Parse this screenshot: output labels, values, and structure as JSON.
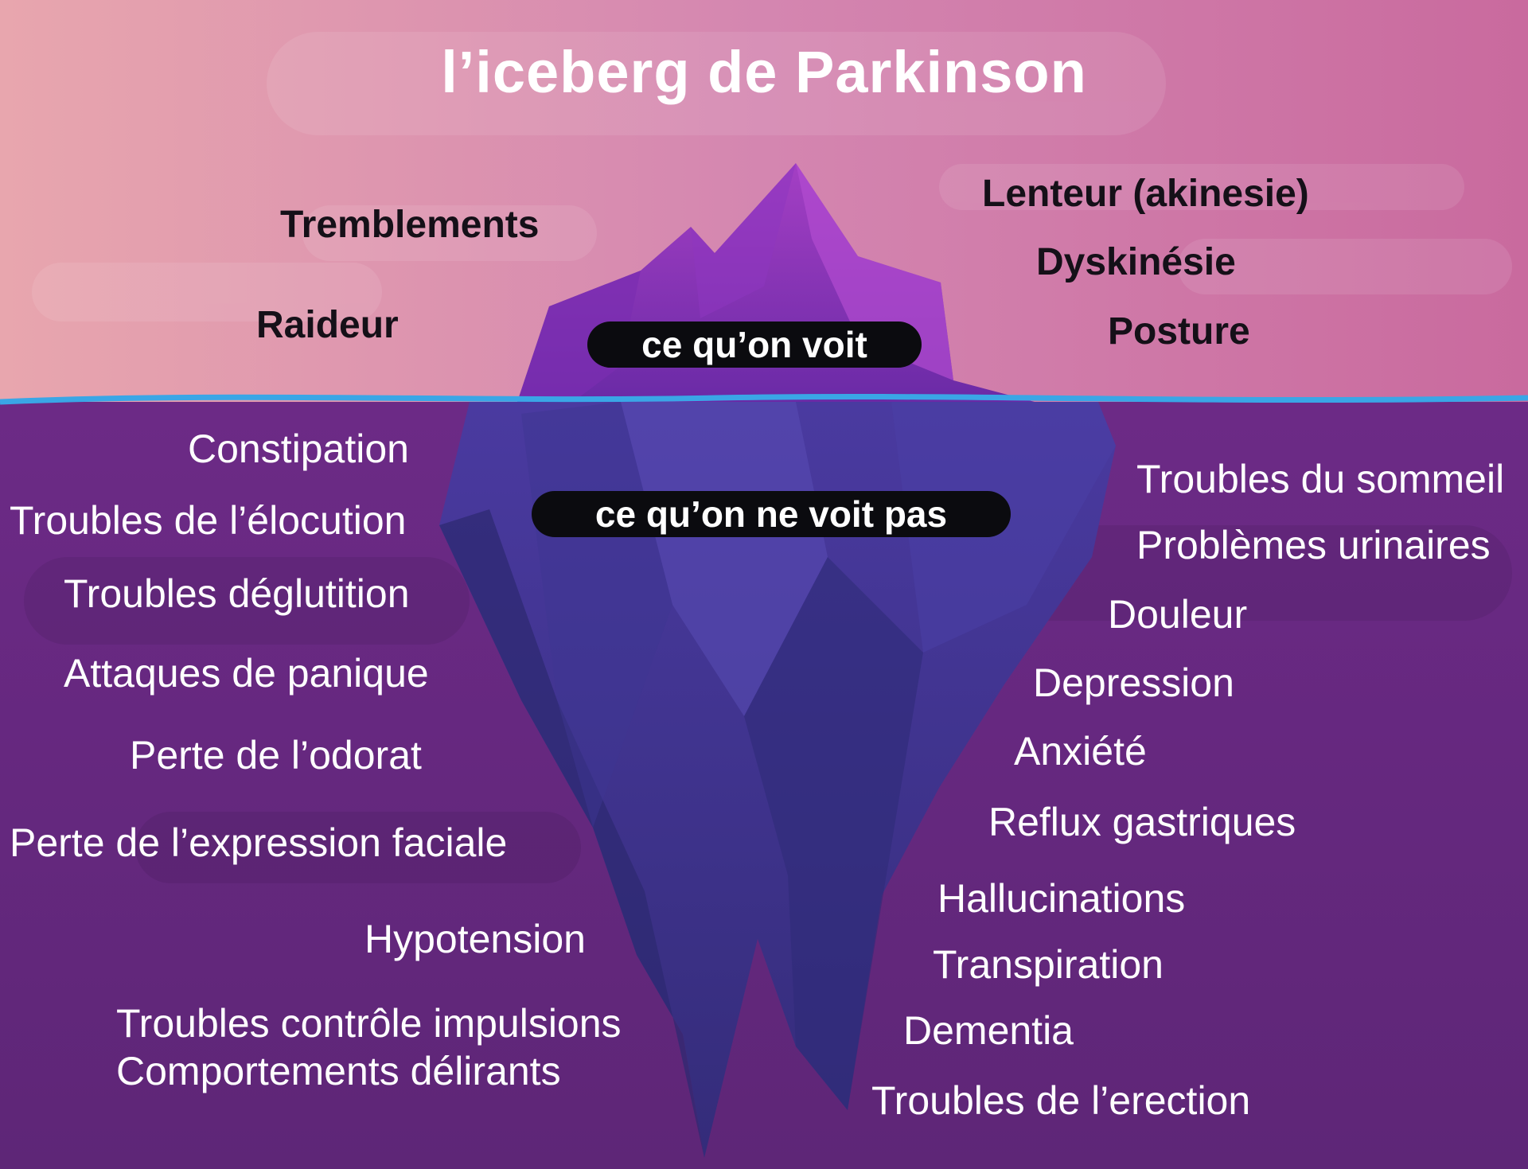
{
  "title": "l’iceberg de Parkinson",
  "labels": {
    "visible": "ce qu’on voit",
    "hidden": "ce qu’on ne voit pas"
  },
  "visible_symptoms": {
    "left": [
      "Tremblements",
      "Raideur"
    ],
    "right": [
      "Lenteur (akinesie)",
      "Dyskinésie",
      "Posture"
    ]
  },
  "hidden_symptoms": {
    "left": [
      "Constipation",
      "Troubles de l’élocution",
      "Troubles déglutition",
      "Attaques de panique",
      "Perte de l’odorat",
      "Perte de l’expression faciale",
      "Hypotension",
      "Troubles contrôle impulsions",
      "Comportements délirants"
    ],
    "right": [
      "Troubles du sommeil",
      "Problèmes urinaires",
      "Douleur",
      "Depression",
      "Anxiété",
      "Reflux gastriques",
      "Hallucinations",
      "Transpiration",
      "Dementia",
      "Troubles de l’erection"
    ]
  },
  "colors": {
    "sky_top": "#e6a2ae",
    "sky_right": "#c96a9e",
    "water": "#64287e",
    "waterline": "#3aa6e6",
    "iceberg_tip": "#9a3fc0",
    "iceberg_body": "#3a3a8e"
  }
}
